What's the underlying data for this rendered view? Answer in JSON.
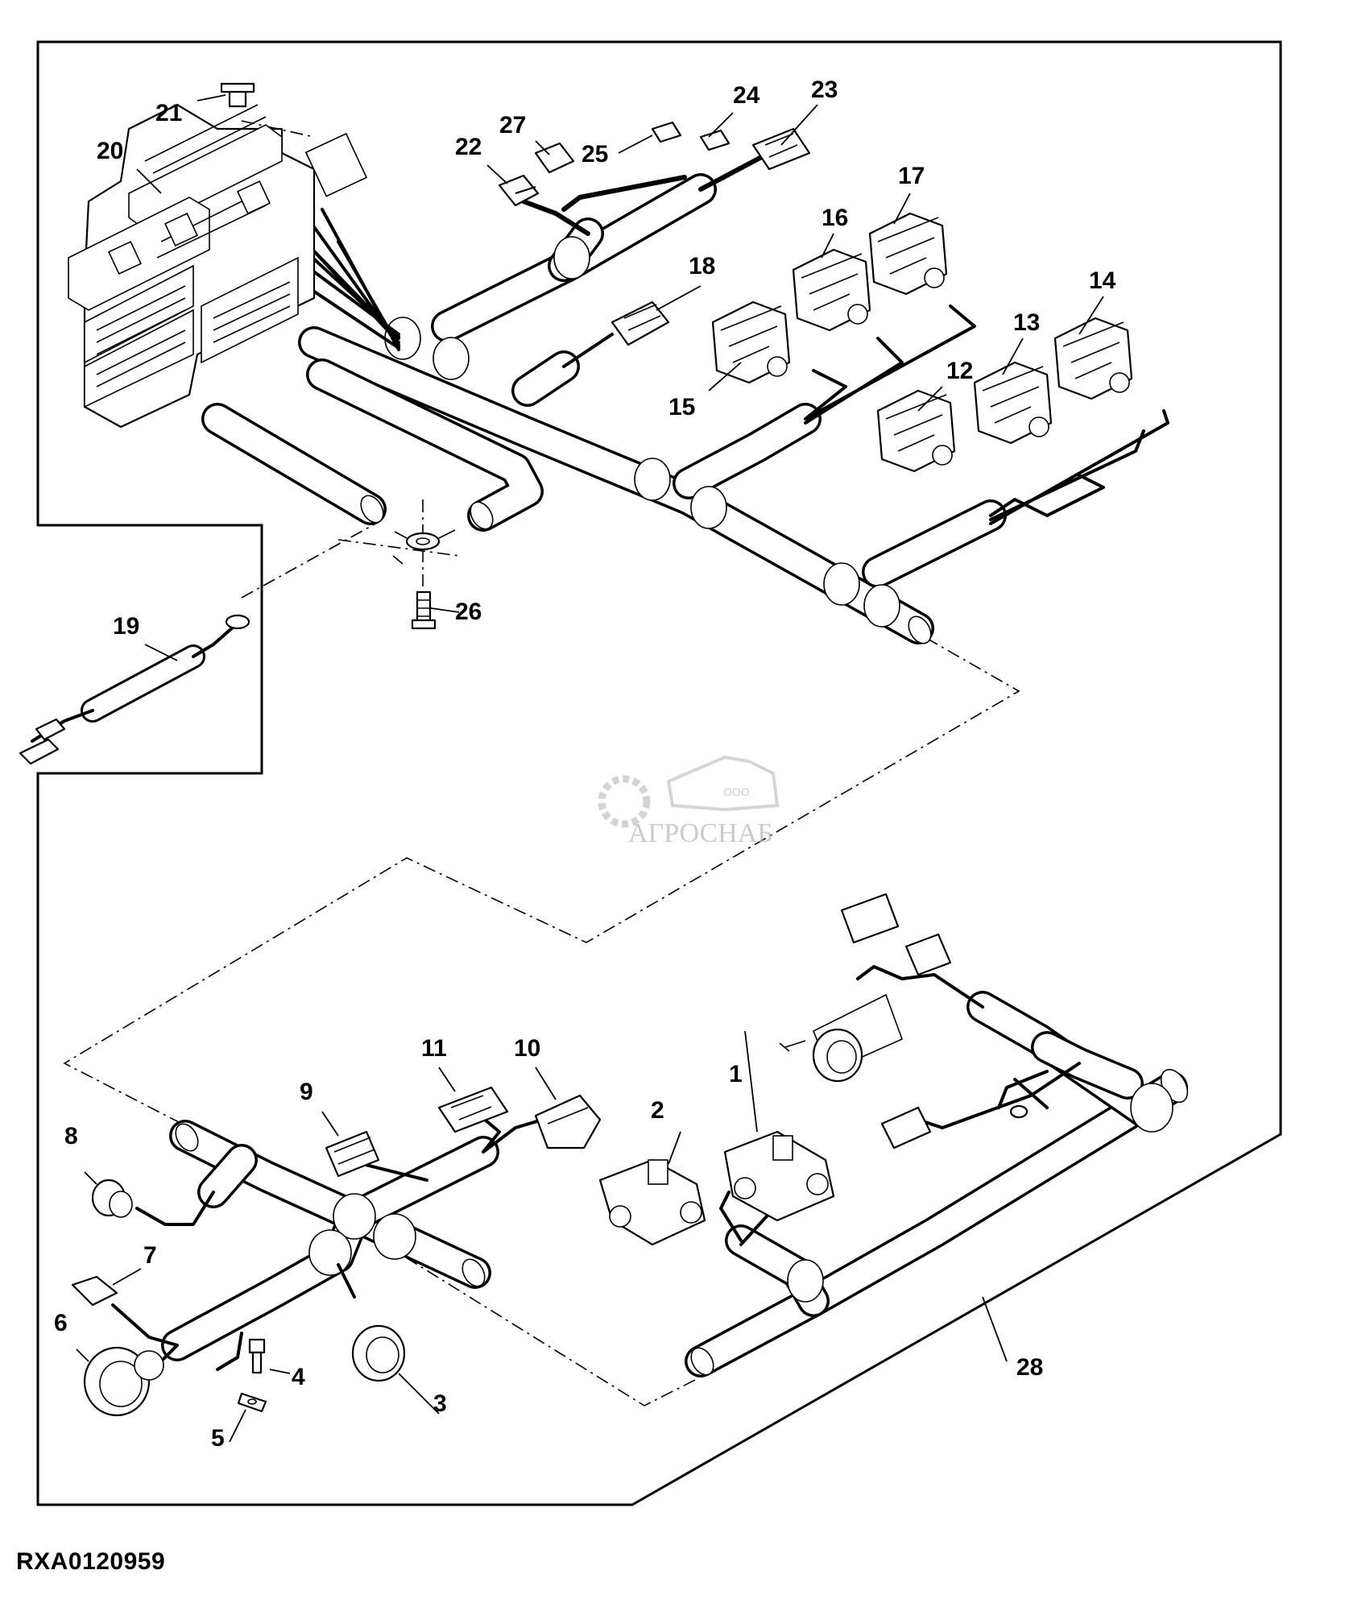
{
  "figure_id": "RXA0120959",
  "watermark": {
    "small": "ООО",
    "name": "АГРОСНАБ"
  },
  "callouts": [
    "1",
    "2",
    "3",
    "4",
    "5",
    "6",
    "7",
    "8",
    "9",
    "10",
    "11",
    "12",
    "13",
    "14",
    "15",
    "16",
    "17",
    "18",
    "19",
    "20",
    "21",
    "22",
    "23",
    "24",
    "25",
    "26",
    "27",
    "28"
  ]
}
